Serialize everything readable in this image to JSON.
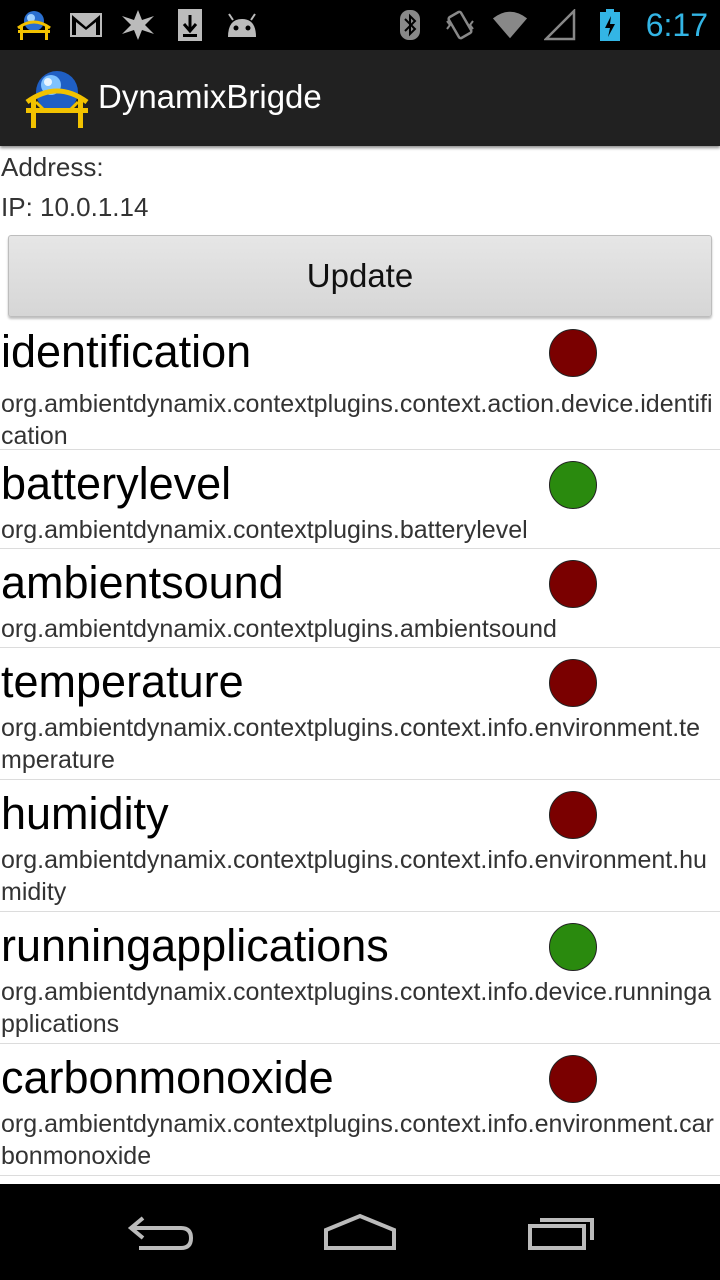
{
  "status_bar": {
    "left_icons": [
      "app-bridge-icon",
      "gmail-icon",
      "crash-icon",
      "download-icon",
      "android-icon"
    ],
    "right_icons": [
      "bluetooth-icon",
      "vibrate-icon",
      "wifi-icon",
      "signal-icon",
      "battery-icon"
    ],
    "time": "6:17",
    "accent_color": "#33b5e5"
  },
  "action_bar": {
    "title": "DynamixBrigde",
    "logo_icon": "bridge-globe-logo"
  },
  "info": {
    "address_label": "Address:",
    "ip_label": "IP: 10.0.1.14"
  },
  "update_button": {
    "label": "Update"
  },
  "plugins": [
    {
      "name": "identification",
      "package": "org.ambientdynamix.contextplugins.context.action.device.identification",
      "status": "red"
    },
    {
      "name": "batterylevel",
      "package": "org.ambientdynamix.contextplugins.batterylevel",
      "status": "green"
    },
    {
      "name": "ambientsound",
      "package": "org.ambientdynamix.contextplugins.ambientsound",
      "status": "red"
    },
    {
      "name": "temperature",
      "package": "org.ambientdynamix.contextplugins.context.info.environment.temperature",
      "status": "red"
    },
    {
      "name": "humidity",
      "package": "org.ambientdynamix.contextplugins.context.info.environment.humidity",
      "status": "red"
    },
    {
      "name": "runningapplications",
      "package": "org.ambientdynamix.contextplugins.context.info.device.runningapplications",
      "status": "green"
    },
    {
      "name": "carbonmonoxide",
      "package": "org.ambientdynamix.contextplugins.context.info.environment.carbonmonoxide",
      "status": "red"
    }
  ],
  "status_colors": {
    "red": "#7a0000",
    "green": "#2a8a0e"
  },
  "nav_bar": {
    "buttons": [
      "back-icon",
      "home-icon",
      "recent-apps-icon"
    ]
  }
}
